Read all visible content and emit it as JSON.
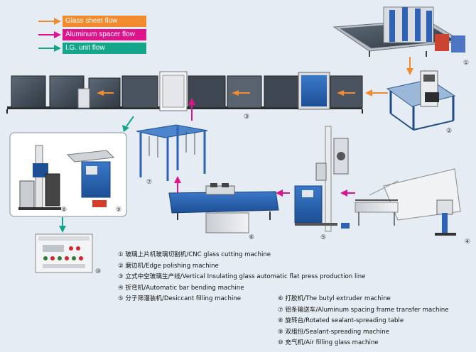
{
  "legend": {
    "glass_label": "Glass sheet flow",
    "aluminum_label": "Aluminum spacer flow",
    "ig_label": "I.G. unit flow",
    "glass_color": "#f28a2e",
    "aluminum_color": "#e0138c",
    "ig_color": "#15a58a"
  },
  "step_numbers": [
    "①",
    "②",
    "③",
    "④",
    "⑤",
    "⑥",
    "⑦",
    "⑧",
    "⑨",
    "⑩"
  ],
  "captions_left": [
    "① 玻璃上片机玻璃切割机/CNC glass cutting machine",
    "② 磨边机/Edge polishing machine",
    "③ 立式中空玻璃生产线/Vertical Insulating glass automatic flat press production line",
    "④ 折弯机/Automatic bar bending machine",
    "⑤ 分子筛灌装机/Desiccant filling machine"
  ],
  "captions_right": [
    "⑥ 打胶机/The butyl extruder machine",
    "⑦ 铝条输送车/Aluminum spacing frame transfer machine",
    "⑧ 旋转台/Rotated sealant-spreading table",
    "⑨ 双组份/Sealant-spreading machine",
    "⑩ 充气机/Air filling glass machine"
  ]
}
